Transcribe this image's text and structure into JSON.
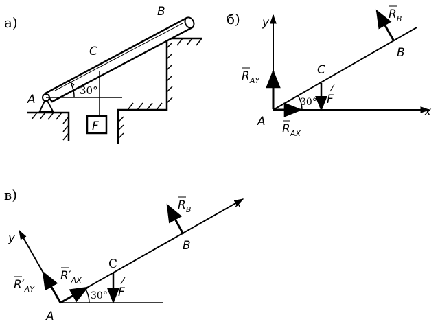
{
  "panels": {
    "a": {
      "letter": "а)",
      "point_a": "A",
      "point_b": "B",
      "point_c": "C",
      "angle": "30°",
      "load": "F"
    },
    "b": {
      "letter": "б)",
      "axis_x": "x",
      "axis_y": "y",
      "point_a": "A",
      "point_b": "B",
      "point_c": "C",
      "angle": "30°",
      "force_f": "F",
      "force_rb": "R",
      "force_rb_sub": "B",
      "force_ray": "R",
      "force_ray_sub": "AY",
      "force_rax": "R",
      "force_rax_sub": "AX"
    },
    "c": {
      "letter": "в)",
      "axis_x": "x",
      "axis_y": "y",
      "point_a": "A",
      "point_b": "B",
      "point_c": "C",
      "angle": "30°",
      "force_f": "F",
      "force_rb": "R",
      "force_rb_sub": "B",
      "force_ray": "R′",
      "force_ray_sub": "AY",
      "force_rax": "R′",
      "force_rax_sub": "AX"
    }
  }
}
